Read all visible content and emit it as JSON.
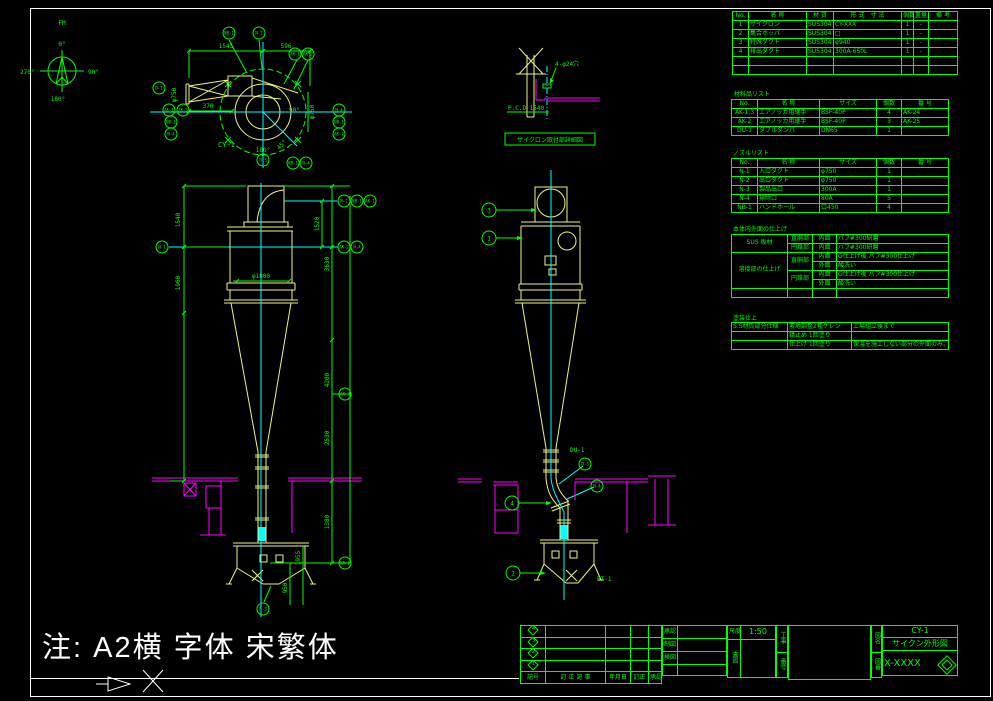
{
  "note": {
    "text": "注: A2横 字体 宋繁体"
  },
  "compass": {
    "fm": "FM",
    "n": "0°",
    "e": "90°",
    "s": "180°",
    "w": "270°"
  },
  "plan": {
    "tag": "CY-1",
    "dim_w1": "1545",
    "dim_w2": "596",
    "dim_w3": "370",
    "dim_inlet": "φ750",
    "dim_outlet": "φ750",
    "ang_e": "90°",
    "ang_s": "180°",
    "ang_45": "45°",
    "balloons": {
      "b1": "NB-1",
      "b2": "N-2",
      "b3": "AK-1",
      "b4": "AK-2",
      "b5": "N-1",
      "b6": "AK-1",
      "b7": "AK-3",
      "b8": "NB-1",
      "b9": "N-4",
      "b10": "N-4",
      "b11": "NB-1",
      "b12": "AK-2",
      "b13": "N-3",
      "b14": "NB-1",
      "b15": "N-4"
    }
  },
  "front": {
    "dim_body": "φ1800",
    "dim_l1": "1540",
    "dim_l2": "1960",
    "dim_r1": "1520",
    "dim_c1": "3630",
    "dim_c2": "4200",
    "dim_c3": "2530",
    "dim_c4": "1380",
    "dim_b1": "1955",
    "dim_b2": "950",
    "balloons": {
      "f1": "N-1",
      "f2": "N-2",
      "f3": "NB-1",
      "f4": "AK-1",
      "f5": "AK-2",
      "f6": "N-4",
      "f7": "AK-3",
      "f8": "NB-1",
      "f9": "N-3"
    }
  },
  "side": {
    "du_label": "DU-1",
    "pt_label": "PT-1",
    "balloons": {
      "s1": "3",
      "s2": "1",
      "s3": "4",
      "s4": "2",
      "s5": "N-3",
      "s6": "N-4"
    }
  },
  "detail": {
    "holes": "4-φ24穴",
    "pcd": "P.C.D 1540",
    "title": "サイクロン取付部詳細図"
  },
  "parts_table": {
    "headers": [
      "No.",
      "名 称",
      "材 質",
      "形 式　寸 法",
      "個数",
      "重量",
      "備 考"
    ],
    "rows": [
      [
        "1",
        "サイクロン",
        "SUS304",
        "CY-XXX",
        "1",
        "-",
        ""
      ],
      [
        "2",
        "集合ホッパ",
        "SUS304",
        "□",
        "1",
        "-",
        ""
      ],
      [
        "3",
        "特殊ダクト",
        "SUS304",
        "φ940",
        "1",
        "-",
        ""
      ],
      [
        "4",
        "排出ダクト",
        "SUS304",
        "300A-650L",
        "1",
        "-",
        ""
      ],
      [
        "",
        "",
        "",
        "",
        "",
        "",
        ""
      ],
      [
        "",
        "",
        "",
        "",
        "",
        "",
        ""
      ]
    ]
  },
  "material_list": {
    "title": "材料品リスト",
    "headers": [
      "No.",
      "名 称",
      "サイズ",
      "個数",
      "番 号"
    ],
    "rows": [
      [
        "AK-1,3",
        "エアノッカ用継手",
        "BSF-40P",
        "4",
        "AK-24"
      ],
      [
        "AK-2",
        "エアノッカ用継手",
        "BSF-40P",
        "3",
        "AK-25"
      ],
      [
        "DU-1",
        "ダブルダンパ",
        "DN65",
        "1",
        ""
      ]
    ]
  },
  "nozzle_list": {
    "title": "ノズルリスト",
    "headers": [
      "No.",
      "名 称",
      "サイズ",
      "個数",
      "番 号"
    ],
    "rows": [
      [
        "N-1",
        "入口ダクト",
        "φ750",
        "1",
        ""
      ],
      [
        "N-2",
        "出口ダクト",
        "φ750",
        "1",
        ""
      ],
      [
        "N-3",
        "製品出口",
        "300A",
        "1",
        ""
      ],
      [
        "N-4",
        "掃除口",
        "80A",
        "5",
        ""
      ],
      [
        "NB-1",
        "ハンドホール",
        "口450",
        "4",
        ""
      ]
    ]
  },
  "finish_table": {
    "title": "本体内外面の仕上げ",
    "group1": "SUS 板材",
    "group2": "溶接部の仕上げ",
    "rows": [
      [
        "直胴部",
        "内面",
        "バフ#300研磨"
      ],
      [
        "円錐部",
        "内面",
        "バフ#300研磨"
      ],
      [
        "直胴部",
        "内面",
        "G仕上げ後 バフ#300仕上げ"
      ],
      [
        "",
        "外面",
        "酸洗い"
      ],
      [
        "円錐部",
        "内面",
        "G仕上げ後 バフ#300仕上げ"
      ],
      [
        "",
        "外面",
        "酸洗い"
      ]
    ]
  },
  "paint_table": {
    "title": "塗装仕上",
    "rows": [
      [
        "S.S材質部分仕様",
        "素地調整2種ケレン",
        "工場組立後まで"
      ],
      [
        "",
        "錆止め 1回塗り",
        ""
      ],
      [
        "",
        "仕上げ 1回塗り",
        "保温を施工しない部分の外面のみ。"
      ]
    ]
  },
  "title_block": {
    "rev_header": [
      "記号",
      "訂 正 記 事",
      "年月日",
      "訂正",
      "承認"
    ],
    "rev_marks": [
      "4",
      "3",
      "2",
      "1"
    ],
    "stamp_labels": [
      "承認",
      "制図",
      "検図"
    ],
    "scale_label": "尺度",
    "scale_value": "1:50",
    "check_label": "査図",
    "job_top": "工事",
    "job_bottom": "番号",
    "name_label": "図名",
    "number_label": "図番",
    "drawing_code": "CY-1",
    "drawing_name": "サイクン外形図",
    "drawing_number": "X-XXXX"
  }
}
